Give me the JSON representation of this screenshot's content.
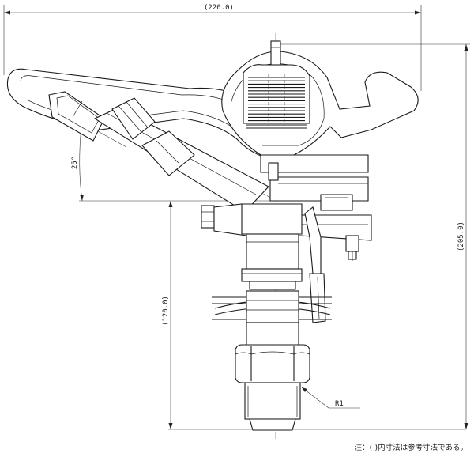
{
  "dimensions": {
    "width_overall": "(220.0)",
    "height_overall": "(205.0)",
    "height_body": "(120.0)",
    "angle": "25°"
  },
  "labels": {
    "thread": "R1"
  },
  "note": "注：( )内寸法は参考寸法である。"
}
